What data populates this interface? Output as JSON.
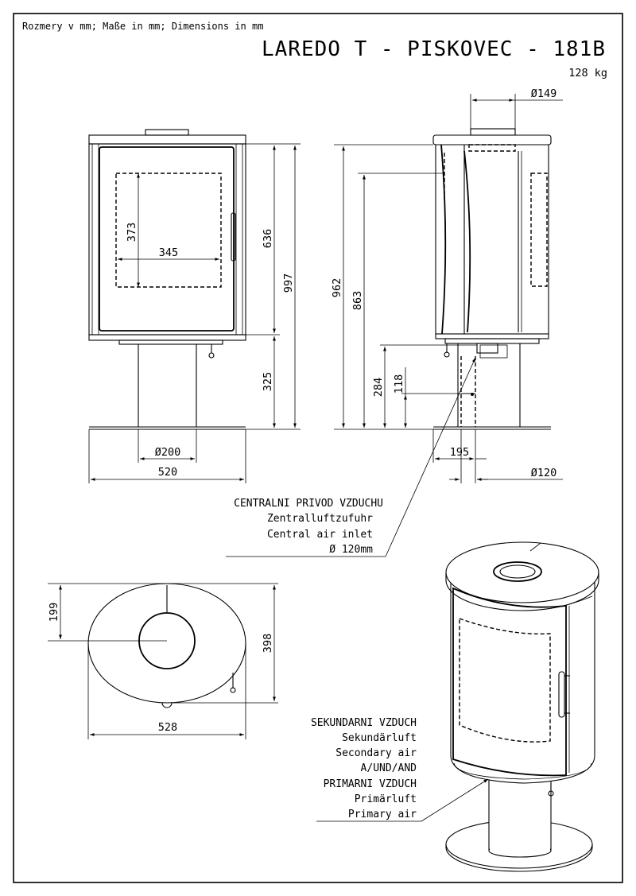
{
  "header": {
    "units_note": "Rozmery v mm; Maße in mm; Dimensions in mm",
    "model_title": "LAREDO T - PISKOVEC - 181B",
    "weight": "128 kg"
  },
  "front_view": {
    "window_height": "373",
    "window_width": "345",
    "upper_height": "636",
    "total_height": "997",
    "base_height": "325",
    "column_diameter": "Ø200",
    "base_width": "520"
  },
  "side_view": {
    "flue_diameter": "Ø149",
    "total_height": "962",
    "flue_height": "863",
    "inlet_height": "284",
    "inlet_pos": "118",
    "inlet_offset": "195",
    "inlet_diameter": "Ø120"
  },
  "air_inlet_label": {
    "line1": "CENTRALNI PRIVOD VZDUCHU",
    "line2": "Zentralluftzufuhr",
    "line3": "Central air inlet",
    "line4": "Ø 120mm"
  },
  "top_view": {
    "center_offset": "199",
    "depth": "398",
    "width": "528"
  },
  "air_label": {
    "line1": "SEKUNDARNI VZDUCH",
    "line2": "Sekundärluft",
    "line3": "Secondary air",
    "line4": "A/UND/AND",
    "line5": "PRIMARNI VZDUCH",
    "line6": "Primärluft",
    "line7": "Primary air"
  }
}
